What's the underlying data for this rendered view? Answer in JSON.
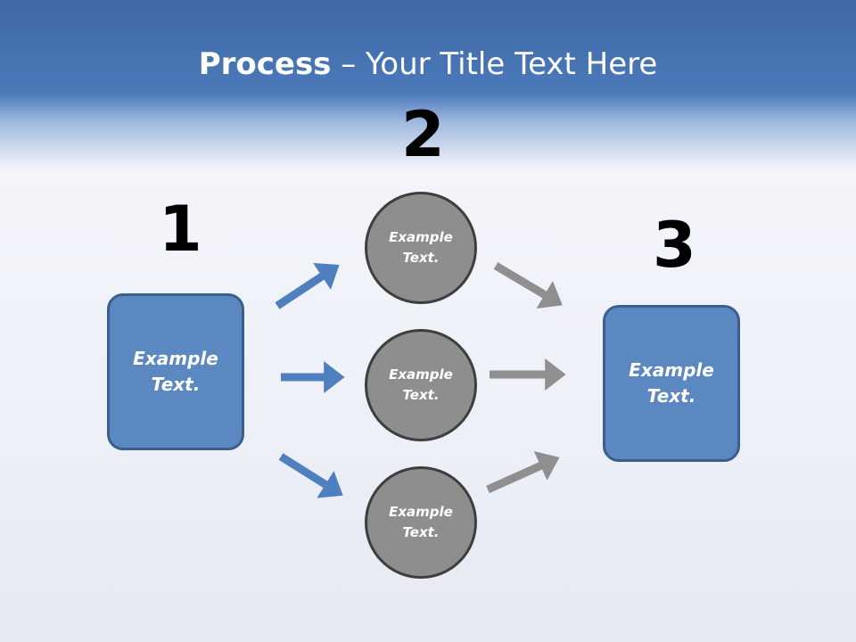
{
  "title": {
    "bold": "Process",
    "rest": " – Your Title Text Here"
  },
  "steps": {
    "one": "1",
    "two": "2",
    "three": "3"
  },
  "nodes": {
    "left_box": "Example\nText.",
    "circle_top": "Example\nText.",
    "circle_middle": "Example\nText.",
    "circle_bottom": "Example\nText.",
    "right_box": "Example\nText."
  },
  "colors": {
    "blue_arrow": "#4f7fbf",
    "gray_arrow": "#8f8f8f",
    "box_fill": "#5b88c0",
    "circle_fill": "#8e8e8e"
  }
}
